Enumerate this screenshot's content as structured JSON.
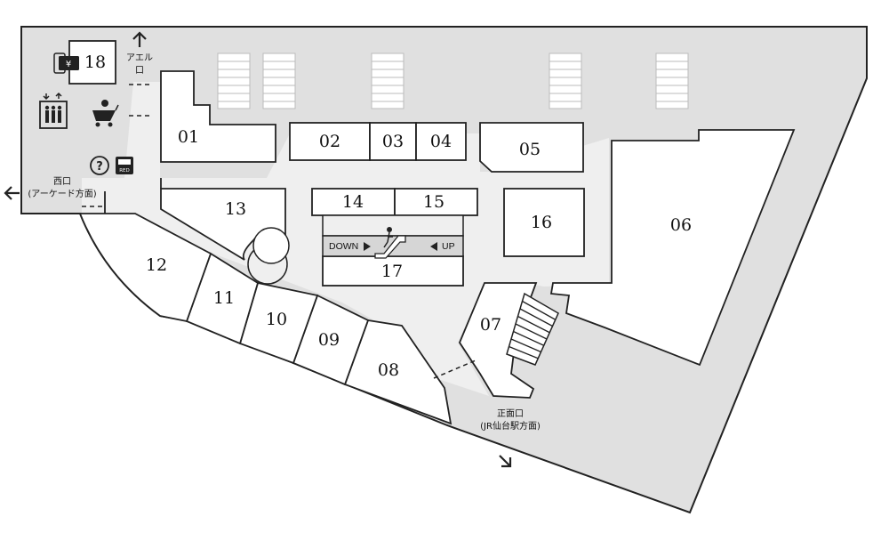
{
  "shops": [
    {
      "id": "01",
      "label": "01"
    },
    {
      "id": "02",
      "label": "02"
    },
    {
      "id": "03",
      "label": "03"
    },
    {
      "id": "04",
      "label": "04"
    },
    {
      "id": "05",
      "label": "05"
    },
    {
      "id": "06",
      "label": "06"
    },
    {
      "id": "07",
      "label": "07"
    },
    {
      "id": "08",
      "label": "08"
    },
    {
      "id": "09",
      "label": "09"
    },
    {
      "id": "10",
      "label": "10"
    },
    {
      "id": "11",
      "label": "11"
    },
    {
      "id": "12",
      "label": "12"
    },
    {
      "id": "13",
      "label": "13"
    },
    {
      "id": "14",
      "label": "14"
    },
    {
      "id": "15",
      "label": "15"
    },
    {
      "id": "16",
      "label": "16"
    },
    {
      "id": "17",
      "label": "17"
    },
    {
      "id": "18",
      "label": "18"
    }
  ],
  "entrances": {
    "north": {
      "line1": "アエル",
      "line2": "口"
    },
    "west": {
      "line1": "西口",
      "line2": "(アーケード方面)"
    },
    "main": {
      "line1": "正面口",
      "line2": "(JR仙台駅方面)"
    }
  },
  "escalator": {
    "down": "DOWN",
    "up": "UP"
  },
  "icons": {
    "atm_symbol": "¥",
    "info_symbol": "?",
    "sign_text": "RED"
  },
  "colors": {
    "floor": "#e0e0e0",
    "corridor": "#efefef",
    "shop": "#ffffff",
    "line": "#222222"
  }
}
